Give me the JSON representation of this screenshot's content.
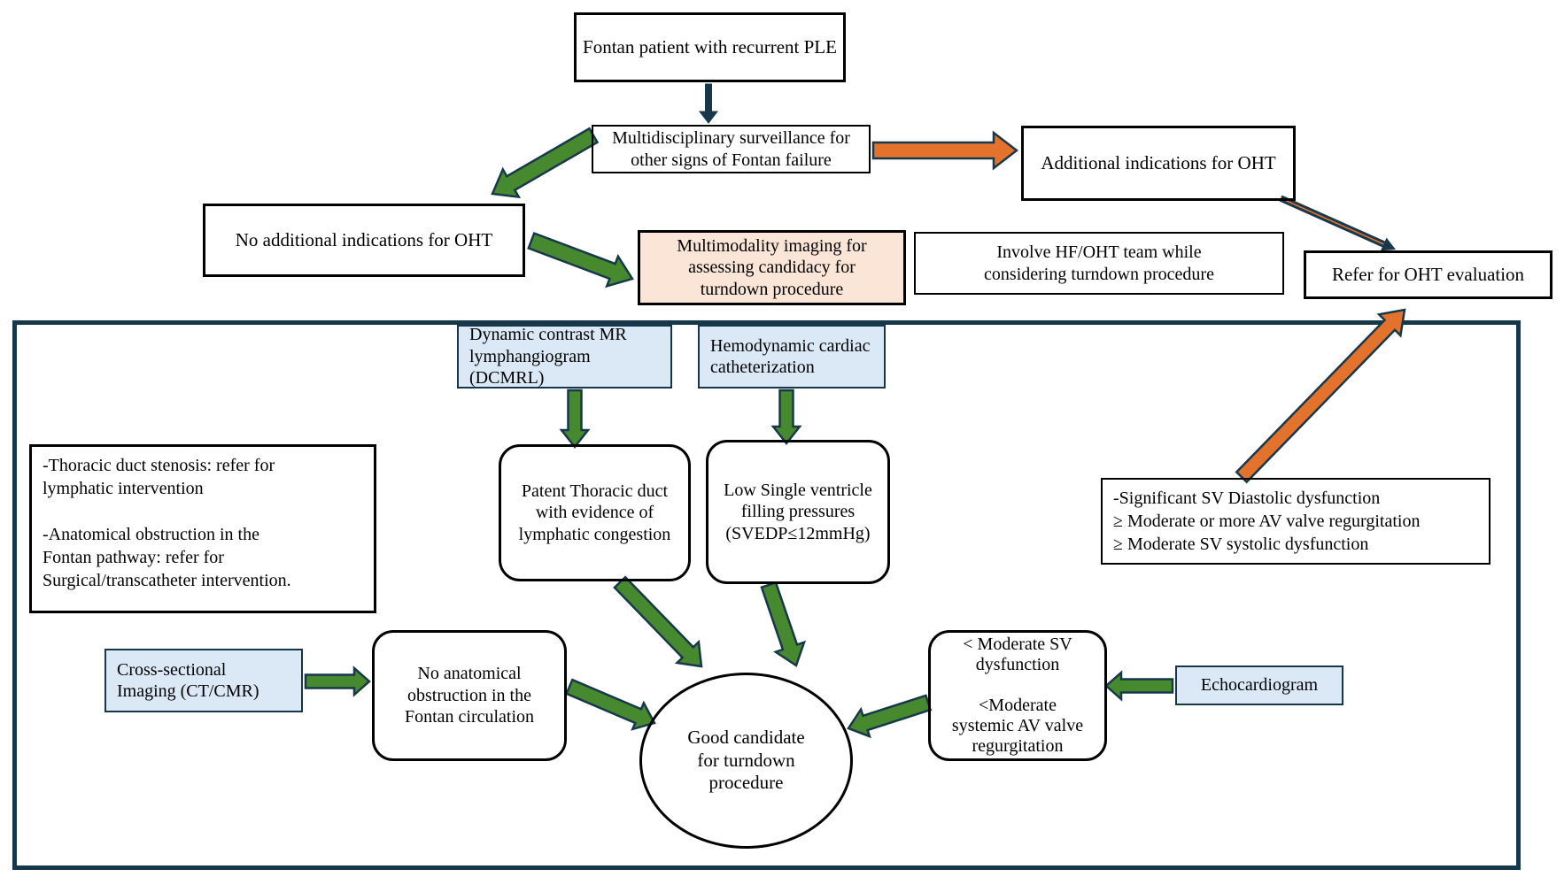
{
  "palette": {
    "green": "#47892e",
    "orange": "#e3722c",
    "navy": "#16384a",
    "peach": "#fbe5d6",
    "light_blue": "#dbe9f7",
    "box_border": "#000000"
  },
  "nodes": {
    "fontan_ple": {
      "text": "Fontan patient with recurrent PLE"
    },
    "surveillance": {
      "text": "Multidisciplinary surveillance for\nother signs of Fontan failure"
    },
    "additional_oht": {
      "text": "Additional indications for OHT"
    },
    "no_additional_oht": {
      "text": "No additional indications for OHT"
    },
    "multimodality_imaging": {
      "text": "Multimodality imaging for\nassessing candidacy for\nturndown procedure"
    },
    "involve_team": {
      "text": "Involve HF/OHT team while\nconsidering turndown procedure"
    },
    "refer_oht": {
      "text": "Refer for OHT evaluation"
    },
    "dcmrl": {
      "text": "Dynamic contrast MR\nlymphangiogram (DCMRL)"
    },
    "hemodynamic_cath": {
      "text": "Hemodynamic cardiac\ncatheterization"
    },
    "patent_duct": {
      "text": "Patent Thoracic duct\nwith evidence of\nlymphatic congestion"
    },
    "low_sv_pressures": {
      "text": "Low Single ventricle\nfilling pressures\n(SVEDP≤12mmHg)"
    },
    "lymphatic_findings": {
      "text": "-Thoracic duct stenosis: refer for\nlymphatic intervention\n\n-Anatomical obstruction in the\nFontan pathway: refer for\nSurgical/transcatheter intervention."
    },
    "cross_sectional": {
      "text": "Cross-sectional\nImaging (CT/CMR)"
    },
    "no_anatomical": {
      "text": "No anatomical\nobstruction in the\nFontan circulation"
    },
    "good_candidate": {
      "text": "Good candidate\nfor turndown\nprocedure"
    },
    "moderate_sv": {
      "text": "< Moderate SV\ndysfunction\n\n<Moderate\nsystemic AV valve\nregurgitation"
    },
    "echocardiogram": {
      "text": "Echocardiogram"
    },
    "oht_criteria": {
      "text": "-Significant SV Diastolic dysfunction\n≥ Moderate or more AV valve regurgitation\n≥ Moderate SV systolic dysfunction"
    }
  },
  "edges": [
    {
      "id": "e1",
      "from": "fontan_ple",
      "to": "surveillance",
      "style": "navy-block"
    },
    {
      "id": "e2",
      "from": "surveillance",
      "to": "no_additional_oht",
      "style": "green-block"
    },
    {
      "id": "e3",
      "from": "surveillance",
      "to": "additional_oht",
      "style": "orange-block"
    },
    {
      "id": "e4",
      "from": "additional_oht",
      "to": "refer_oht",
      "style": "navy-line"
    },
    {
      "id": "e5",
      "from": "no_additional_oht",
      "to": "multimodality_imaging",
      "style": "green-block"
    },
    {
      "id": "e6",
      "from": "dcmrl",
      "to": "patent_duct",
      "style": "green-block"
    },
    {
      "id": "e7",
      "from": "hemodynamic_cath",
      "to": "low_sv_pressures",
      "style": "green-block"
    },
    {
      "id": "e8",
      "from": "patent_duct",
      "to": "good_candidate",
      "style": "green-block"
    },
    {
      "id": "e9",
      "from": "low_sv_pressures",
      "to": "good_candidate",
      "style": "green-block"
    },
    {
      "id": "e10",
      "from": "cross_sectional",
      "to": "no_anatomical",
      "style": "green-block"
    },
    {
      "id": "e11",
      "from": "no_anatomical",
      "to": "good_candidate",
      "style": "green-block"
    },
    {
      "id": "e12",
      "from": "moderate_sv",
      "to": "good_candidate",
      "style": "green-block"
    },
    {
      "id": "e13",
      "from": "echocardiogram",
      "to": "moderate_sv",
      "style": "green-block"
    },
    {
      "id": "e14",
      "from": "oht_criteria",
      "to": "refer_oht",
      "style": "orange-block"
    }
  ]
}
